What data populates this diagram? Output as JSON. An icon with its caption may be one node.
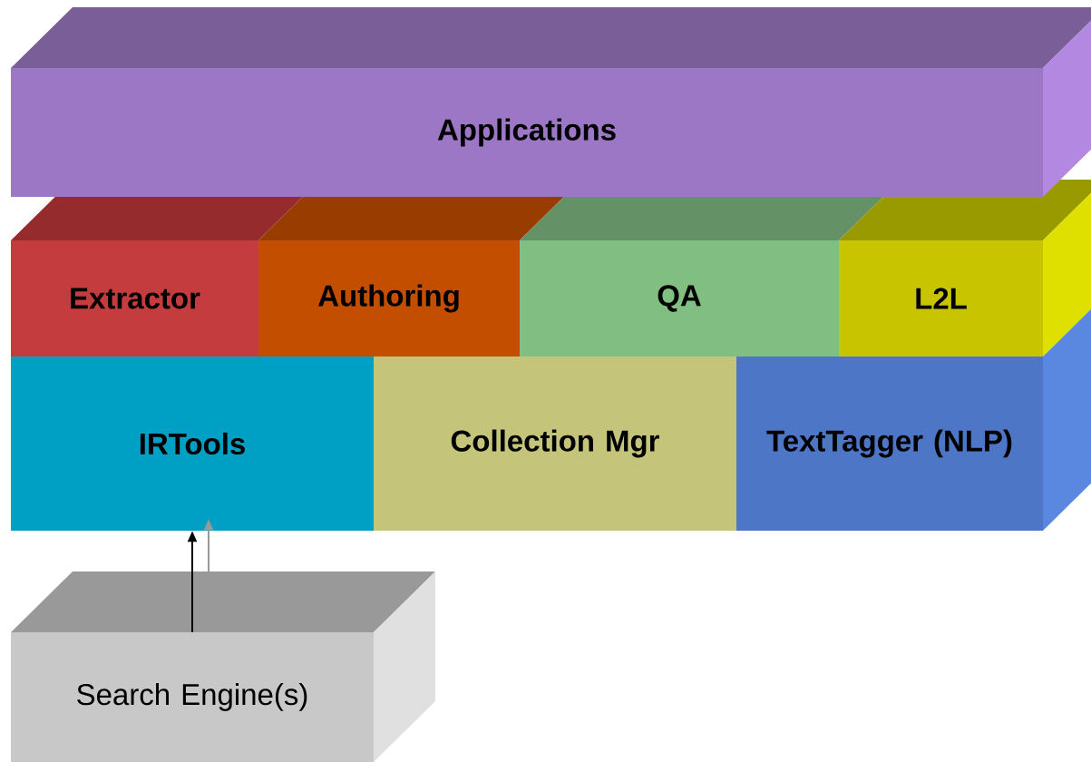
{
  "diagram": {
    "nodes": [
      {
        "text": [
          "Applications"
        ]
      },
      {
        "text": [
          "Extractor"
        ]
      },
      {
        "text": [
          "Authoring"
        ]
      },
      {
        "text": [
          "QA"
        ]
      },
      {
        "text": [
          "L2L"
        ]
      },
      {
        "text": [
          "IRTools"
        ]
      },
      {
        "text": [
          "Collection Mgr"
        ]
      },
      {
        "text": [
          "TextTagger (NLP)"
        ]
      },
      {
        "text": [
          "Search Engine(s)"
        ]
      }
    ],
    "edges": [
      {
        "from": 8,
        "to": 5,
        "arrow": "to"
      },
      {
        "from": 8,
        "to": 5,
        "arrow": "to",
        "color": "#999999"
      }
    ]
  }
}
